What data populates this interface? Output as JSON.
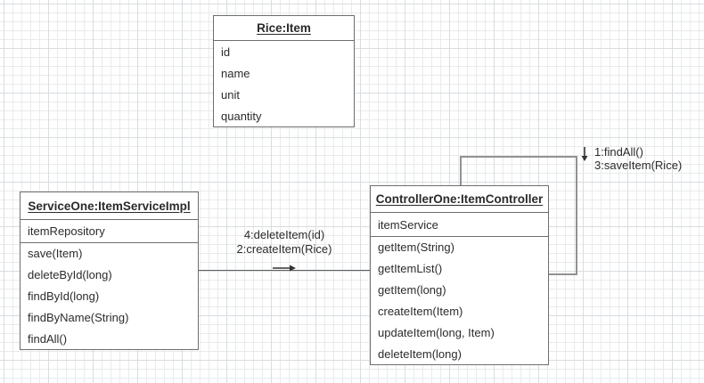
{
  "boxes": {
    "rice": {
      "title": "Rice:Item",
      "attributes": [
        "id",
        "name",
        "unit",
        "quantity"
      ]
    },
    "service": {
      "title": "ServiceOne:ItemServiceImpl",
      "attributes": [
        "itemRepository"
      ],
      "methods": [
        "save(Item)",
        "deleteById(long)",
        "findById(long)",
        "findByName(String)",
        "findAll()"
      ]
    },
    "controller": {
      "title": "ControllerOne:ItemController",
      "attributes": [
        "itemService"
      ],
      "methods": [
        "getItem(String)",
        "getItemList()",
        "getItem(long)",
        "createItem(Item)",
        "updateItem(long, Item)",
        "deleteItem(long)"
      ]
    }
  },
  "messages": {
    "call1": "1:findAll()",
    "call2": "2:createItem(Rice)",
    "call3": "3:saveItem(Rice)",
    "call4": "4:deleteItem(id)"
  },
  "icons": {
    "loop_direction": "down-arrow",
    "line_direction": "right-arrow"
  },
  "colors": {
    "box_border": "#6e6e6e",
    "connector_line": "#5e5e5e",
    "loop_line": "#929292",
    "grid_minor": "#e8ebed",
    "grid_major": "#d9dde0",
    "text": "#2b2b2b",
    "background": "#ffffff"
  }
}
